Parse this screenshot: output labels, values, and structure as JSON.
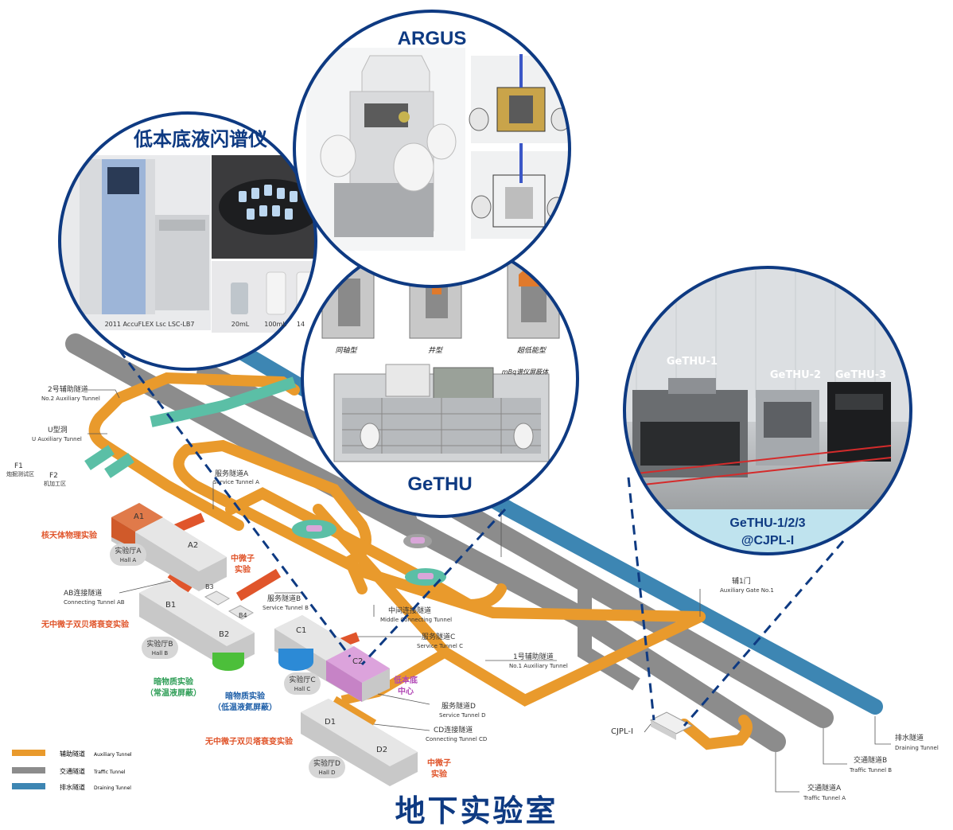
{
  "bottom_title": "地下实验室",
  "circles": {
    "argus": {
      "title": "ARGUS"
    },
    "lsc": {
      "title": "低本底液闪谱仪",
      "caption_left": "2011  AccuFLEX Lsc LSC-LB7",
      "vial_labels": [
        "20mL",
        "100mL",
        "14"
      ]
    },
    "gethu": {
      "title": "GeTHU",
      "shapes": [
        "同轴型",
        "井型",
        "超低能型"
      ],
      "shield_label": "mBq谱仪屏蔽体"
    },
    "cjpl": {
      "labels": [
        "GeTHU-1",
        "GeTHU-2",
        "GeTHU-3"
      ],
      "caption_line1": "GeTHU-1/2/3",
      "caption_line2": "@CJPL-I"
    }
  },
  "tunnels": {
    "aux2": {
      "cn": "2号辅助隧道",
      "en": "No.2 Auxiliary Tunnel"
    },
    "u_cave": {
      "cn": "U型洞",
      "en": "U Auxiliary Tunnel"
    },
    "f1": {
      "code": "F1",
      "cn": "炮掘测试区"
    },
    "f2": {
      "code": "F2",
      "cn": "机加工区"
    },
    "service_a": {
      "cn": "服务隧道A",
      "en": "Service Tunnel A"
    },
    "service_b": {
      "cn": "服务隧道B",
      "en": "Service Tunnel B"
    },
    "middle": {
      "cn": "中间连接隧道",
      "en": "Middle Connecting Tunnel"
    },
    "service_c": {
      "cn": "服务隧道C",
      "en": "Service Tunnel C"
    },
    "aux1": {
      "cn": "1号辅助隧道",
      "en": "No.1 Auxiliary Tunnel"
    },
    "gate1": {
      "cn": "辅1门",
      "en": "Auxiliary Gate No.1"
    },
    "service_d": {
      "cn": "服务隧道D",
      "en": "Service Tunnel D"
    },
    "cd": {
      "cn": "CD连接隧道",
      "en": "Connecting Tunnel CD"
    },
    "ab": {
      "cn": "AB连接隧道",
      "en": "Connecting Tunnel AB"
    },
    "cjpl1": "CJPL-I",
    "drain": {
      "cn": "排水隧道",
      "en": "Draining Tunnel"
    },
    "traffic_b": {
      "cn": "交通隧道B",
      "en": "Traffic Tunnel B"
    },
    "traffic_a": {
      "cn": "交通隧道A",
      "en": "Traffic Tunnel A"
    }
  },
  "halls": {
    "A1": "A1",
    "A2": "A2",
    "B1": "B1",
    "B2": "B2",
    "B3": "B3",
    "B4": "B4",
    "C1": "C1",
    "C2": "C2",
    "D1": "D1",
    "D2": "D2",
    "hall_a": {
      "cn": "实验厅A",
      "en": "Hall A"
    },
    "hall_b": {
      "cn": "实验厅B",
      "en": "Hall B"
    },
    "hall_c": {
      "cn": "实验厅C",
      "en": "Hall C"
    },
    "hall_d": {
      "cn": "实验厅D",
      "en": "Hall D"
    }
  },
  "experiments": {
    "astro": "核天体物理实验",
    "neutrino_a": [
      "中微子",
      "实验"
    ],
    "double_beta_b": "无中微子双贝塔衰变实验",
    "dm_room": [
      "暗物质实验",
      "（常温液屏蔽）"
    ],
    "dm_lq": [
      "暗物质实验",
      "（低温液氮屏蔽）"
    ],
    "low_bg": [
      "低本底",
      "中心"
    ],
    "double_beta_d": "无中微子双贝塔衰变实验",
    "neutrino_d": [
      "中微子",
      "实验"
    ]
  },
  "legend": [
    {
      "cn": "辅助隧道",
      "en": "Auxiliary Tunnel",
      "color": "#e99a2c"
    },
    {
      "cn": "交通隧道",
      "en": "Traffic Tunnel",
      "color": "#8c8c8c"
    },
    {
      "cn": "排水隧道",
      "en": "Draining Tunnel",
      "color": "#3d86b3"
    }
  ],
  "colors": {
    "aux": "#e99a2c",
    "traffic": "#8c8c8c",
    "drain": "#3d86b3",
    "teal": "#5bbfa6",
    "red_label": "#e0552b",
    "green_label": "#2f9e57",
    "blue_label": "#1d5ea8",
    "purple_label": "#b147b5",
    "title_blue": "#0e3a82"
  }
}
